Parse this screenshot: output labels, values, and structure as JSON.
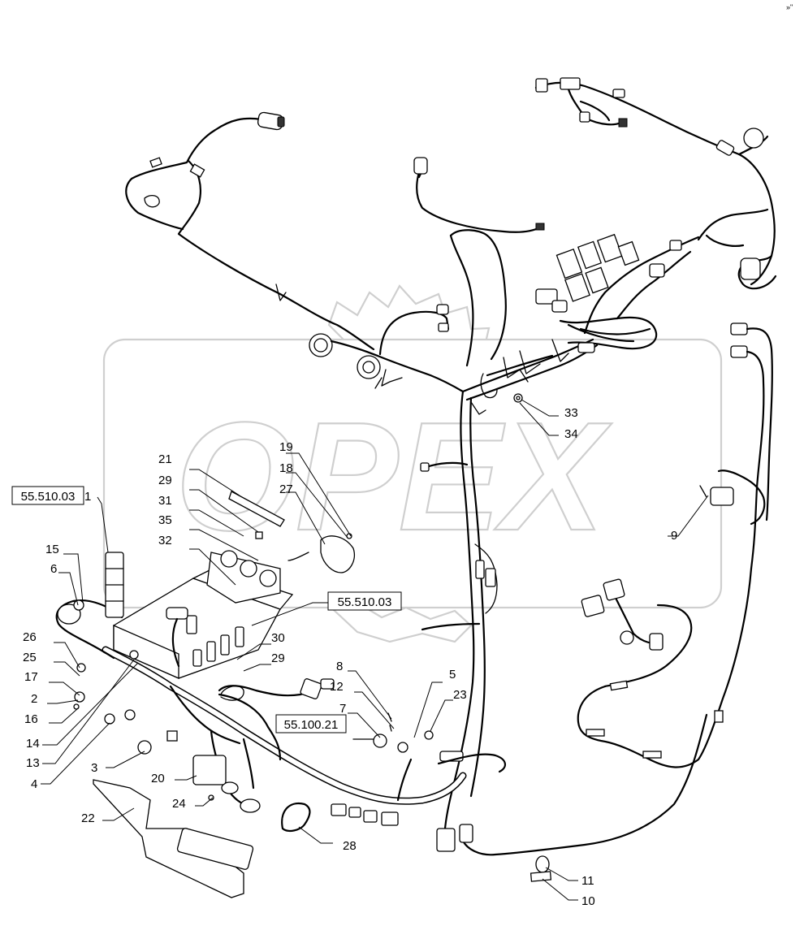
{
  "corner_mark": "»\"",
  "watermark": "OPEX",
  "ref_boxes": {
    "ref_a": "55.510.03",
    "ref_b": "55.510.03",
    "ref_c": "55.100.21"
  },
  "callouts": {
    "c1": "1",
    "c2": "2",
    "c3": "3",
    "c4": "4",
    "c5": "5",
    "c6": "6",
    "c7": "7",
    "c8": "8",
    "c9": "9",
    "c10": "10",
    "c11": "11",
    "c12": "12",
    "c13": "13",
    "c14": "14",
    "c15": "15",
    "c16": "16",
    "c17": "17",
    "c18": "18",
    "c19": "19",
    "c20": "20",
    "c21": "21",
    "c22": "22",
    "c23": "23",
    "c24": "24",
    "c25": "25",
    "c26": "26",
    "c27": "27",
    "c28": "28",
    "c29a": "29",
    "c29b": "29",
    "c30": "30",
    "c31": "31",
    "c32": "32",
    "c33": "33",
    "c34": "34",
    "c35": "35"
  }
}
